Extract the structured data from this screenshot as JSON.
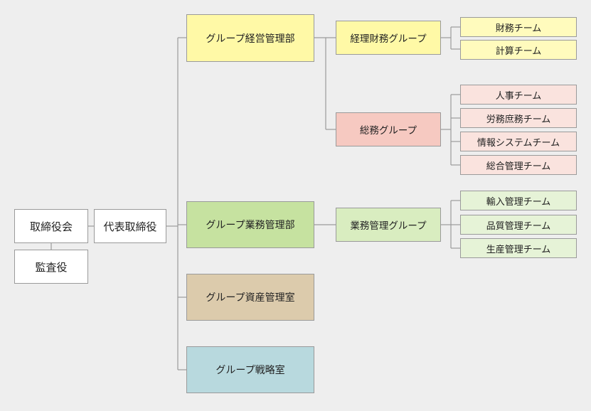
{
  "colors": {
    "yellow": "#fff9a6",
    "yellow_light": "#fffbbd",
    "pink": "#f6c9c1",
    "pink_light": "#fae3de",
    "green": "#c6e2a0",
    "green_mid": "#d9edc0",
    "green_light": "#e6f3d7",
    "tan": "#dccbac",
    "blue": "#b8d9de",
    "white": "#ffffff",
    "line": "#9a9a9a"
  },
  "board": {
    "directors": "取締役会",
    "auditor": "監査役",
    "ceo": "代表取締役"
  },
  "divisions": [
    {
      "name": "グループ経営管理部",
      "groups": [
        {
          "name": "経理財務グループ",
          "teams": [
            "財務チーム",
            "計算チーム"
          ]
        },
        {
          "name": "総務グループ",
          "teams": [
            "人事チーム",
            "労務庶務チーム",
            "情報システムチーム",
            "総合管理チーム"
          ]
        }
      ]
    },
    {
      "name": "グループ業務管理部",
      "groups": [
        {
          "name": "業務管理グループ",
          "teams": [
            "輸入管理チーム",
            "品質管理チーム",
            "生産管理チーム"
          ]
        }
      ]
    },
    {
      "name": "グループ資産管理室",
      "groups": []
    },
    {
      "name": "グループ戦略室",
      "groups": []
    }
  ]
}
